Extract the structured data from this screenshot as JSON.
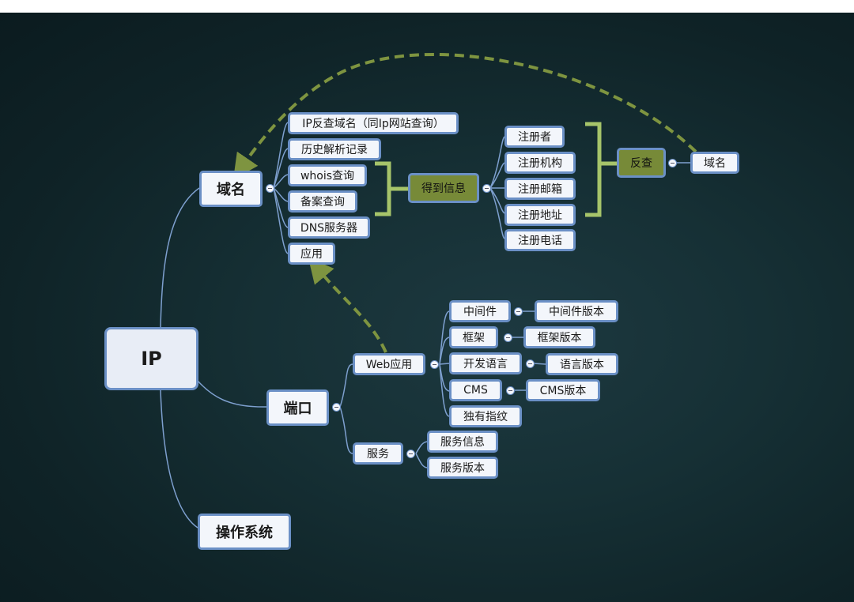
{
  "root": {
    "label": "IP"
  },
  "main_branches": {
    "domain": "域名",
    "port": "端口",
    "os": "操作系统"
  },
  "domain_children": {
    "ip_reverse": "IP反查域名（同Ip网站查询）",
    "history": "历史解析记录",
    "whois": "whois查询",
    "icp": "备案查询",
    "dns": "DNS服务器",
    "app": "应用"
  },
  "info_summary": {
    "label": "得到信息"
  },
  "info_items": {
    "registrant": "注册者",
    "org": "注册机构",
    "email": "注册邮箱",
    "address": "注册地址",
    "phone": "注册电话"
  },
  "reverse": {
    "label": "反查",
    "target": "域名"
  },
  "port_children": {
    "web_app": "Web应用",
    "service": "服务"
  },
  "web_children": {
    "middleware": "中间件",
    "framework": "框架",
    "language": "开发语言",
    "cms": "CMS",
    "fingerprint": "独有指纹"
  },
  "web_versions": {
    "middleware_version": "中间件版本",
    "framework_version": "框架版本",
    "language_version": "语言版本",
    "cms_version": "CMS版本"
  },
  "service_children": {
    "info": "服务信息",
    "version": "服务版本"
  },
  "colors": {
    "node_border": "#6b90c6",
    "node_fill": "#f3f6fb",
    "branch_line": "#7ea0cf",
    "summary_fill": "#778a38",
    "bracket": "#a6c46a",
    "dashed_arrow": "#7e9440"
  }
}
